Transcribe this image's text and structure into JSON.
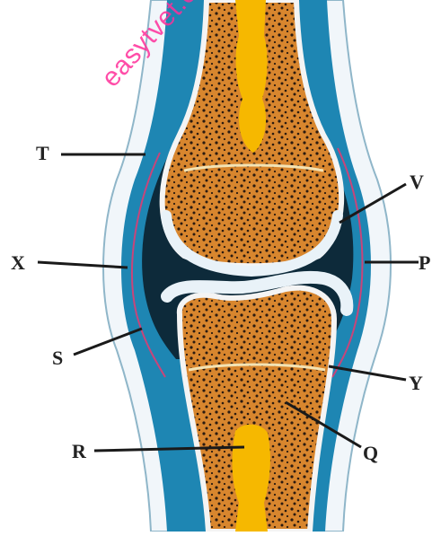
{
  "watermark": "easytvet.com",
  "labels": {
    "T": "T",
    "V": "V",
    "X": "X",
    "P": "P",
    "S": "S",
    "Y": "Y",
    "R": "R",
    "Q": "Q"
  }
}
